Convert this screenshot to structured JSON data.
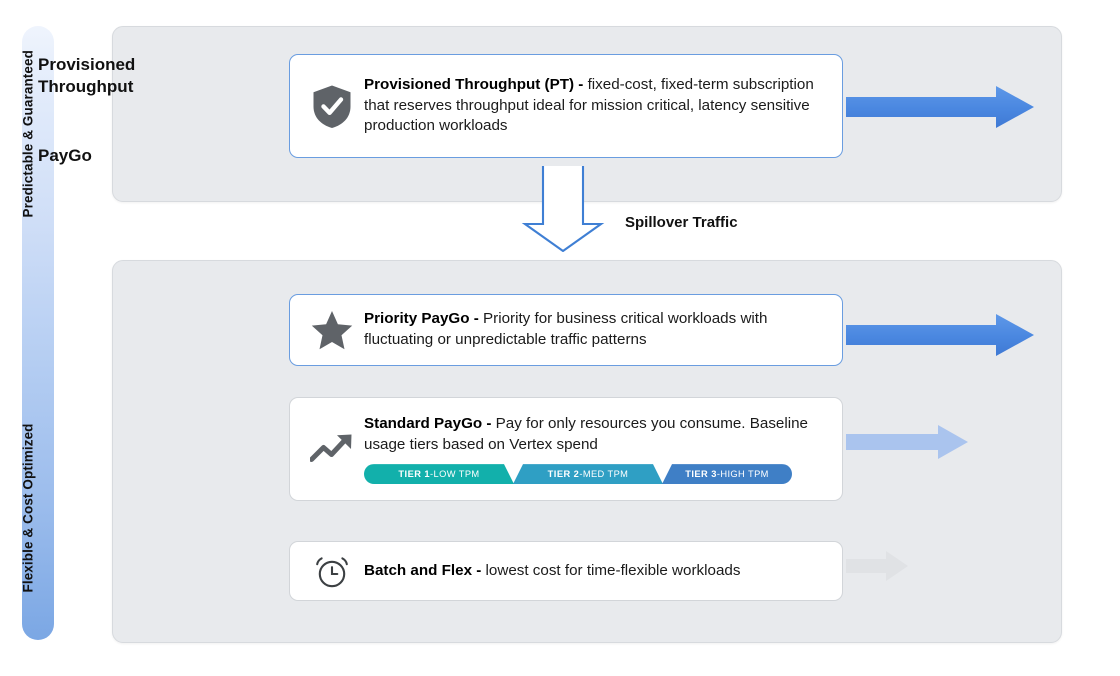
{
  "axis": {
    "top_label": "Predictable & Guaranteed",
    "bottom_label": "Flexible & Cost Optimized",
    "gradient_top": "#eff4fd",
    "gradient_bottom": "#7ba7e4"
  },
  "panels": [
    {
      "id": "provisioned-throughput",
      "title": "Provisioned\nThroughput"
    },
    {
      "id": "paygo",
      "title": "PayGo"
    }
  ],
  "cards": {
    "provisioned_throughput": {
      "icon": "shield-check-icon",
      "title": "Provisioned Throughput (PT)",
      "separator": " - ",
      "description": "fixed-cost, fixed-term subscription that reserves throughput ideal for mission critical, latency sensitive production workloads",
      "accent": "#4285e8"
    },
    "priority_paygo": {
      "icon": "star-icon",
      "title": "Priority PayGo",
      "separator": " - ",
      "description": "Priority for business critical workloads with fluctuating or unpredictable traffic patterns",
      "accent": "#7aa9e8"
    },
    "standard_paygo": {
      "icon": "trending-up-icon",
      "title": "Standard PayGo",
      "separator": " - ",
      "description": "Pay for only resources you consume. Baseline usage tiers based on Vertex spend",
      "accent": "#aec6ef",
      "tiers": [
        {
          "name": "TIER 1",
          "sep": " - ",
          "label": "LOW TPM",
          "color": "#12b0ab"
        },
        {
          "name": "TIER 2",
          "sep": " - ",
          "label": "MED TPM",
          "color": "#2f9fc4"
        },
        {
          "name": "TIER 3",
          "sep": " - ",
          "label": "HIGH TPM",
          "color": "#3f7fc6"
        }
      ]
    },
    "batch_and_flex": {
      "icon": "alarm-clock-icon",
      "title": "Batch and Flex",
      "separator": " - ",
      "description": "lowest cost for time-flexible workloads",
      "accent": "#9b9b9b"
    }
  },
  "connector": {
    "label": "Spillover Traffic",
    "color": "#3f7fd4"
  },
  "flow_arrows": [
    {
      "for": "provisioned-throughput",
      "color": "#4c8ae0",
      "length": 188
    },
    {
      "for": "priority-paygo",
      "color": "#4c8ae0",
      "length": 188
    },
    {
      "for": "standard-paygo",
      "color": "#aac4ee",
      "length": 122
    },
    {
      "for": "batch-and-flex",
      "color": "#e0e2e5",
      "length": 62
    }
  ]
}
